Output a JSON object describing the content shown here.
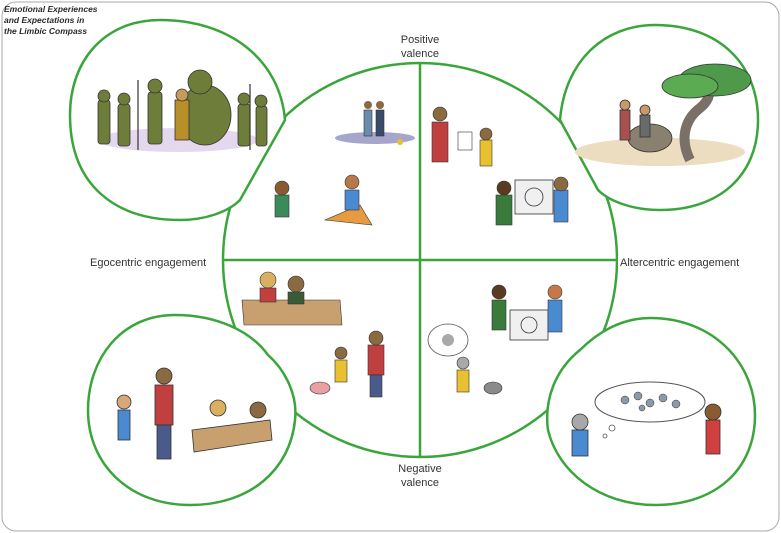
{
  "title_lines": [
    "Emotional Experiences",
    "and Expectations in",
    "the Limbic Compass"
  ],
  "axes": {
    "top_line1": "Positive",
    "top_line2": "valence",
    "bottom_line1": "Negative",
    "bottom_line2": "valence",
    "left": "Egocentric engagement",
    "right": "Altercentric engagement"
  },
  "colors": {
    "circle_stroke": "#3aa53a",
    "frame_stroke": "#aaaaaa"
  },
  "illustrations": {
    "top_left_bubble": "tribal-group-illustration",
    "top_right_bubble": "couple-under-tree-illustration",
    "bottom_left_bubble": "adult-child-desk-illustration",
    "bottom_right_bubble": "children-thought-bubble-illustration"
  }
}
